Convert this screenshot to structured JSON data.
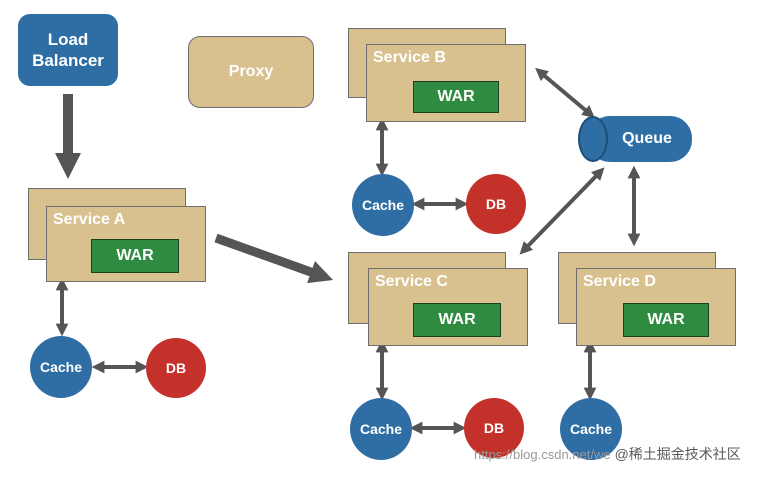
{
  "load_balancer": {
    "label": "Load\nBalancer"
  },
  "proxy": {
    "label": "Proxy"
  },
  "queue": {
    "label": "Queue"
  },
  "services": [
    {
      "id": "a",
      "name": "Service A",
      "artifact": "WAR"
    },
    {
      "id": "b",
      "name": "Service B",
      "artifact": "WAR"
    },
    {
      "id": "c",
      "name": "Service C",
      "artifact": "WAR"
    },
    {
      "id": "d",
      "name": "Service D",
      "artifact": "WAR"
    }
  ],
  "stores": {
    "cache_label": "Cache",
    "db_label": "DB"
  },
  "watermark": {
    "url": "https://blog.csdn.net/we",
    "brand": "@稀土掘金技术社区"
  },
  "colors": {
    "blue": "#2f6ea5",
    "tan": "#d9c08f",
    "green": "#2e8b3f",
    "red": "#c4312a",
    "arrow": "#555555"
  }
}
